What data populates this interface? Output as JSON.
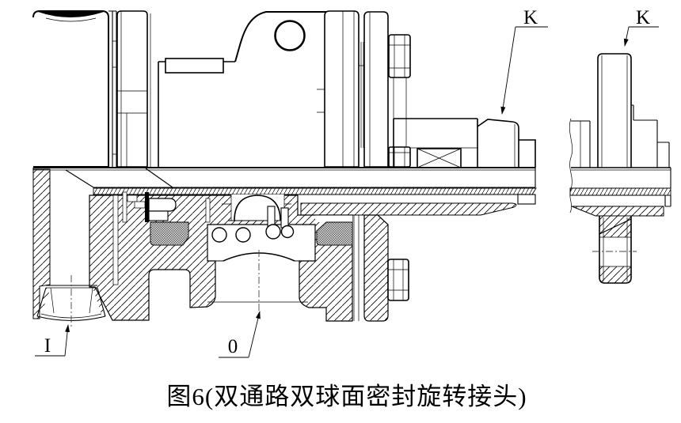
{
  "figure": {
    "caption": "图6(双通路双球面密封旋转接头)"
  },
  "labels": {
    "k_main": "K",
    "k_side": "K",
    "inlet_i": "I",
    "outlet_o": "0"
  },
  "colors": {
    "line": "#000000",
    "background": "#ffffff"
  }
}
